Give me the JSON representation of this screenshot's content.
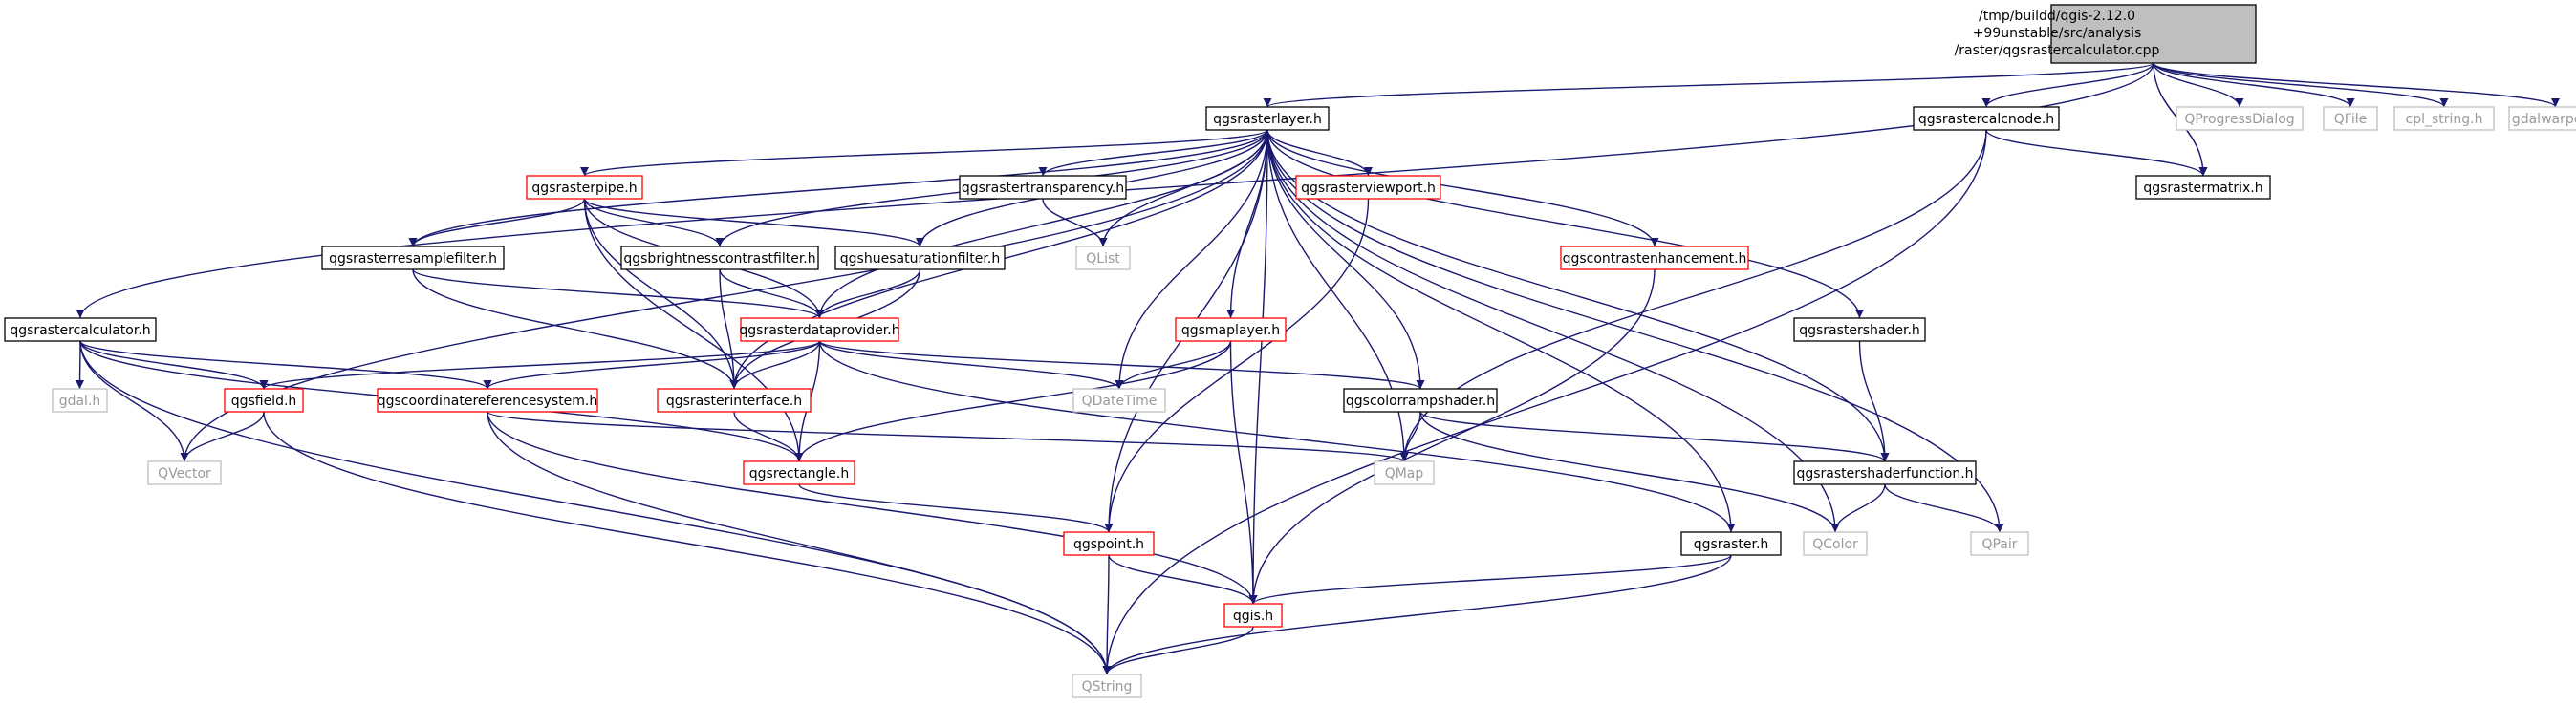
{
  "title": "",
  "colors": {
    "edge": "#191970",
    "box_normal": "#000000",
    "box_red": "#ff0000",
    "box_gray": "#bfbfbf",
    "root_fill": "#bfbfbf",
    "text_gray": "#9a9a9a"
  },
  "nodes": [
    {
      "id": "root",
      "lines": [
        "/tmp/buildd/qgis-2.12.0",
        "+99unstable/src/analysis",
        "/raster/qgsrastercalculator.cpp"
      ],
      "style": "root"
    },
    {
      "id": "rasterlayer",
      "lines": [
        "qgsrasterlayer.h"
      ],
      "style": "normal"
    },
    {
      "id": "calcnode",
      "lines": [
        "qgsrastercalcnode.h"
      ],
      "style": "normal"
    },
    {
      "id": "qprogress",
      "lines": [
        "QProgressDialog"
      ],
      "style": "gray"
    },
    {
      "id": "qfile",
      "lines": [
        "QFile"
      ],
      "style": "gray"
    },
    {
      "id": "cplstring",
      "lines": [
        "cpl_string.h"
      ],
      "style": "gray"
    },
    {
      "id": "gdalwarper",
      "lines": [
        "gdalwarper.h"
      ],
      "style": "gray"
    },
    {
      "id": "rastermatrix",
      "lines": [
        "qgsrastermatrix.h"
      ],
      "style": "normal"
    },
    {
      "id": "rasterpipe",
      "lines": [
        "qgsrasterpipe.h"
      ],
      "style": "red"
    },
    {
      "id": "transparency",
      "lines": [
        "qgsrastertransparency.h"
      ],
      "style": "normal"
    },
    {
      "id": "viewport",
      "lines": [
        "qgsrasterviewport.h"
      ],
      "style": "red"
    },
    {
      "id": "contrast",
      "lines": [
        "qgscontrastenhancement.h"
      ],
      "style": "red"
    },
    {
      "id": "resample",
      "lines": [
        "qgsrasterresamplefilter.h"
      ],
      "style": "normal"
    },
    {
      "id": "brightness",
      "lines": [
        "qgsbrightnesscontrastfilter.h"
      ],
      "style": "normal"
    },
    {
      "id": "huesat",
      "lines": [
        "qgshuesaturationfilter.h"
      ],
      "style": "normal"
    },
    {
      "id": "qlist",
      "lines": [
        "QList"
      ],
      "style": "gray"
    },
    {
      "id": "calculator",
      "lines": [
        "qgsrastercalculator.h"
      ],
      "style": "normal"
    },
    {
      "id": "dataprovider",
      "lines": [
        "qgsrasterdataprovider.h"
      ],
      "style": "red"
    },
    {
      "id": "maplayer",
      "lines": [
        "qgsmaplayer.h"
      ],
      "style": "red"
    },
    {
      "id": "shader",
      "lines": [
        "qgsrastershader.h"
      ],
      "style": "normal"
    },
    {
      "id": "gdal",
      "lines": [
        "gdal.h"
      ],
      "style": "gray"
    },
    {
      "id": "field",
      "lines": [
        "qgsfield.h"
      ],
      "style": "red"
    },
    {
      "id": "crs",
      "lines": [
        "qgscoordinatereferencesystem.h"
      ],
      "style": "red"
    },
    {
      "id": "interface",
      "lines": [
        "qgsrasterinterface.h"
      ],
      "style": "red"
    },
    {
      "id": "qdatetime",
      "lines": [
        "QDateTime"
      ],
      "style": "gray"
    },
    {
      "id": "colorramp",
      "lines": [
        "qgscolorrampshader.h"
      ],
      "style": "normal"
    },
    {
      "id": "qvector",
      "lines": [
        "QVector"
      ],
      "style": "gray"
    },
    {
      "id": "rectangle",
      "lines": [
        "qgsrectangle.h"
      ],
      "style": "red"
    },
    {
      "id": "qmap",
      "lines": [
        "QMap"
      ],
      "style": "gray"
    },
    {
      "id": "shaderfunc",
      "lines": [
        "qgsrastershaderfunction.h"
      ],
      "style": "normal"
    },
    {
      "id": "point",
      "lines": [
        "qgspoint.h"
      ],
      "style": "red"
    },
    {
      "id": "raster",
      "lines": [
        "qgsraster.h"
      ],
      "style": "normal"
    },
    {
      "id": "qcolor",
      "lines": [
        "QColor"
      ],
      "style": "gray"
    },
    {
      "id": "qpair",
      "lines": [
        "QPair"
      ],
      "style": "gray"
    },
    {
      "id": "qgis",
      "lines": [
        "qgis.h"
      ],
      "style": "red"
    },
    {
      "id": "qstring",
      "lines": [
        "QString"
      ],
      "style": "gray"
    }
  ],
  "edges": [
    [
      "root",
      "rasterlayer"
    ],
    [
      "root",
      "calculator"
    ],
    [
      "root",
      "calcnode"
    ],
    [
      "root",
      "rastermatrix"
    ],
    [
      "root",
      "qprogress"
    ],
    [
      "root",
      "qfile"
    ],
    [
      "root",
      "cplstring"
    ],
    [
      "root",
      "gdalwarper"
    ],
    [
      "calcnode",
      "rastermatrix"
    ],
    [
      "calcnode",
      "qmap"
    ],
    [
      "calcnode",
      "qstring"
    ],
    [
      "rasterlayer",
      "rasterpipe"
    ],
    [
      "rasterlayer",
      "transparency"
    ],
    [
      "rasterlayer",
      "viewport"
    ],
    [
      "rasterlayer",
      "contrast"
    ],
    [
      "rasterlayer",
      "resample"
    ],
    [
      "rasterlayer",
      "brightness"
    ],
    [
      "rasterlayer",
      "huesat"
    ],
    [
      "rasterlayer",
      "qlist"
    ],
    [
      "rasterlayer",
      "dataprovider"
    ],
    [
      "rasterlayer",
      "maplayer"
    ],
    [
      "rasterlayer",
      "shader"
    ],
    [
      "rasterlayer",
      "interface"
    ],
    [
      "rasterlayer",
      "qdatetime"
    ],
    [
      "rasterlayer",
      "colorramp"
    ],
    [
      "rasterlayer",
      "qvector"
    ],
    [
      "rasterlayer",
      "qmap"
    ],
    [
      "rasterlayer",
      "shaderfunc"
    ],
    [
      "rasterlayer",
      "point"
    ],
    [
      "rasterlayer",
      "raster"
    ],
    [
      "rasterlayer",
      "qcolor"
    ],
    [
      "rasterlayer",
      "qpair"
    ],
    [
      "rasterlayer",
      "qgis"
    ],
    [
      "rasterpipe",
      "resample"
    ],
    [
      "rasterpipe",
      "brightness"
    ],
    [
      "rasterpipe",
      "huesat"
    ],
    [
      "rasterpipe",
      "dataprovider"
    ],
    [
      "rasterpipe",
      "interface"
    ],
    [
      "rasterpipe",
      "rectangle"
    ],
    [
      "transparency",
      "qlist"
    ],
    [
      "viewport",
      "point"
    ],
    [
      "contrast",
      "qgis"
    ],
    [
      "resample",
      "dataprovider"
    ],
    [
      "resample",
      "interface"
    ],
    [
      "brightness",
      "dataprovider"
    ],
    [
      "brightness",
      "interface"
    ],
    [
      "huesat",
      "dataprovider"
    ],
    [
      "huesat",
      "interface"
    ],
    [
      "calculator",
      "gdal"
    ],
    [
      "calculator",
      "field"
    ],
    [
      "calculator",
      "crs"
    ],
    [
      "calculator",
      "qvector"
    ],
    [
      "calculator",
      "rectangle"
    ],
    [
      "calculator",
      "qstring"
    ],
    [
      "dataprovider",
      "interface"
    ],
    [
      "dataprovider",
      "field"
    ],
    [
      "dataprovider",
      "crs"
    ],
    [
      "dataprovider",
      "qdatetime"
    ],
    [
      "dataprovider",
      "colorramp"
    ],
    [
      "dataprovider",
      "rectangle"
    ],
    [
      "dataprovider",
      "raster"
    ],
    [
      "maplayer",
      "qdatetime"
    ],
    [
      "maplayer",
      "rectangle"
    ],
    [
      "maplayer",
      "qgis"
    ],
    [
      "shader",
      "shaderfunc"
    ],
    [
      "field",
      "qvector"
    ],
    [
      "field",
      "qstring"
    ],
    [
      "crs",
      "qmap"
    ],
    [
      "crs",
      "qgis"
    ],
    [
      "crs",
      "qstring"
    ],
    [
      "interface",
      "rectangle"
    ],
    [
      "colorramp",
      "qmap"
    ],
    [
      "colorramp",
      "shaderfunc"
    ],
    [
      "colorramp",
      "qcolor"
    ],
    [
      "rectangle",
      "point"
    ],
    [
      "shaderfunc",
      "qcolor"
    ],
    [
      "shaderfunc",
      "qpair"
    ],
    [
      "point",
      "qgis"
    ],
    [
      "point",
      "qstring"
    ],
    [
      "raster",
      "qgis"
    ],
    [
      "raster",
      "qstring"
    ],
    [
      "qgis",
      "qstring"
    ]
  ]
}
